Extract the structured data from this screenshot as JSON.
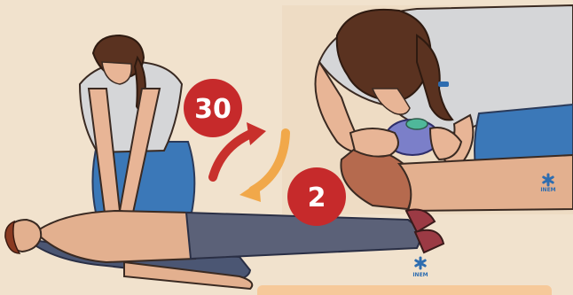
{
  "counter_compressions": "30",
  "counter_breaths": "2",
  "logo_right": "INEM",
  "logo_bottom": "INEM",
  "colors": {
    "background": "#f1e2cd",
    "badge_red": "#c62a2b",
    "arrow_red": "#c8302c",
    "arrow_orange": "#f1a84a",
    "shirt": "#d5d6d8",
    "jeans": "#3b78b8",
    "hair": "#5a3220",
    "skin": "#e8b596",
    "victim_pants": "#5b6178",
    "victim_jacket": "#4b5673",
    "mask": "#7b7fc9",
    "logo_blue": "#2e6db0"
  },
  "icons": [
    "arrow-clockwise-icon",
    "arrow-counterclockwise-icon",
    "inem-star-icon"
  ]
}
